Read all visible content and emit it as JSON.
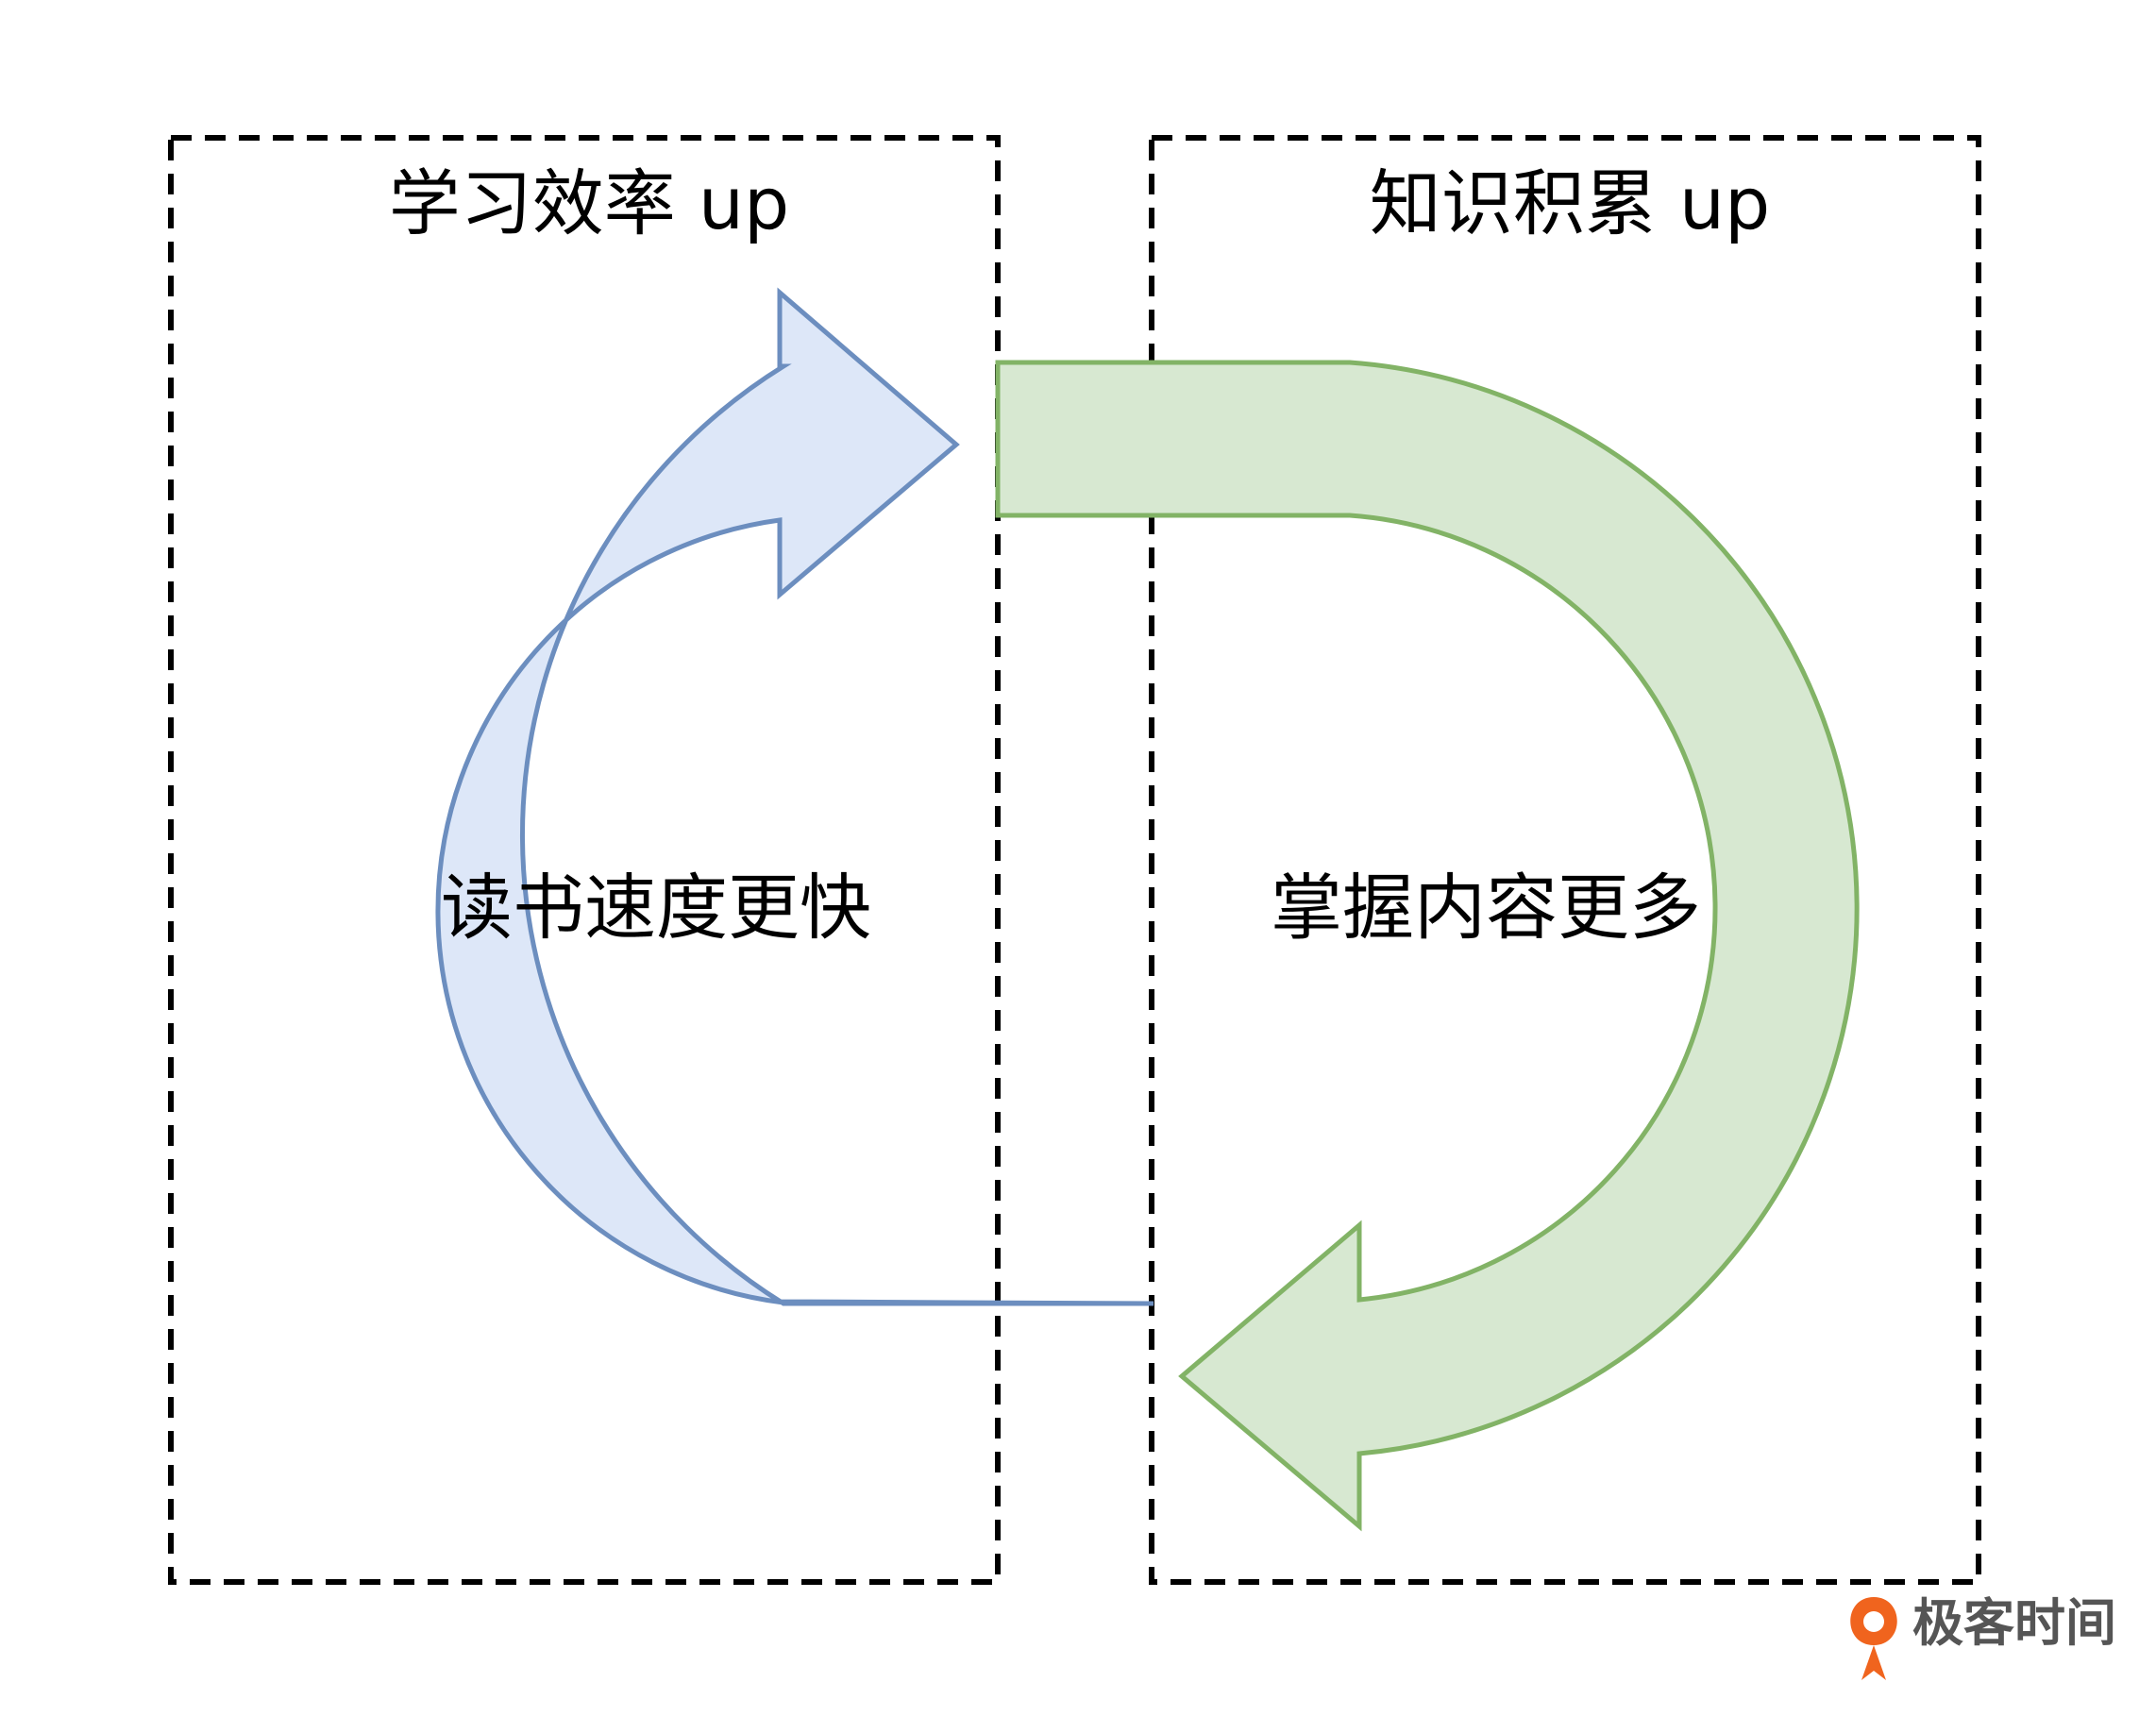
{
  "boxes": {
    "left": {
      "title": "学习效率 up"
    },
    "right": {
      "title": "知识积累 up"
    }
  },
  "arrows": {
    "left": {
      "label": "读书速度更快",
      "fill": "#dde7f8",
      "stroke": "#6c8ebf"
    },
    "right": {
      "label": "掌握内容更多",
      "fill": "#d7e8d1",
      "stroke": "#82b366"
    }
  },
  "brand": {
    "name": "极客时间",
    "icon": "geektime-logo-icon",
    "color": "#f0641e",
    "text_color": "#555555"
  }
}
